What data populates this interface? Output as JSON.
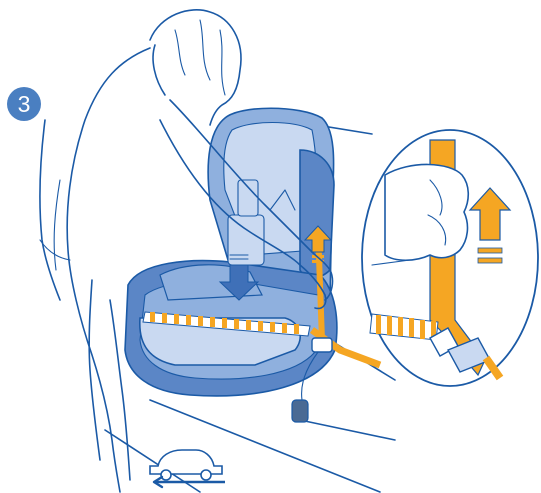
{
  "step": {
    "number": "3"
  },
  "colors": {
    "line": "#1b5aa6",
    "seat_dark": "#5b86c6",
    "seat_mid": "#8fb0de",
    "seat_light": "#c9d9f1",
    "belt": "#f5a623",
    "badge": "#4a7fc1",
    "arrow_down": "#3f70b8"
  },
  "icons": {
    "step_badge": "circle-number",
    "detail_view": "zoom-circle",
    "car_direction": "car-with-left-arrow",
    "pull_up": "up-arrow"
  }
}
